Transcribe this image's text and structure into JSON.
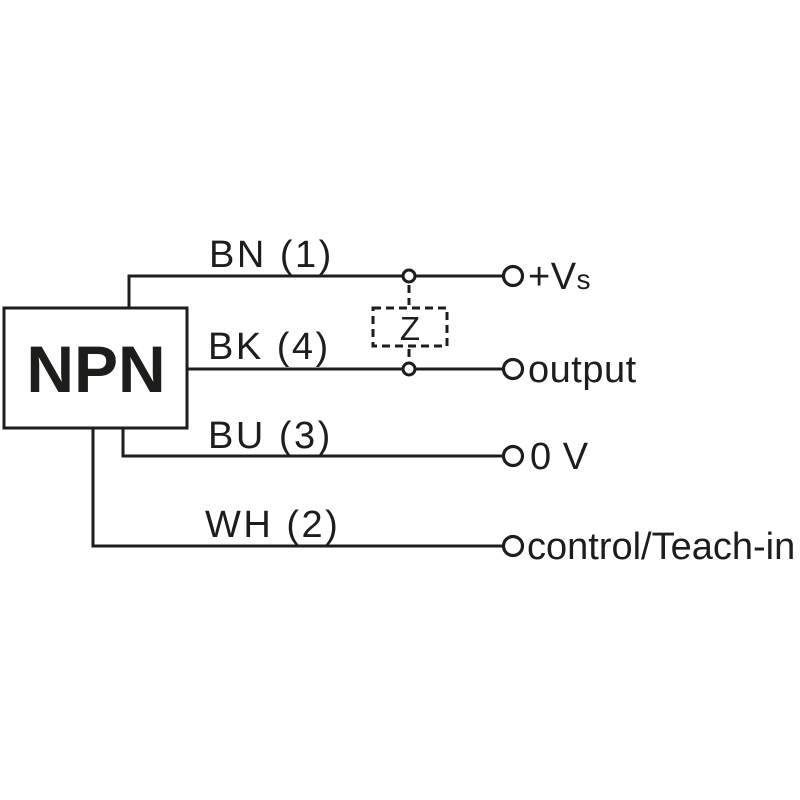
{
  "diagram": {
    "device_label": "NPN",
    "impedance_label": "Z",
    "wires": [
      {
        "label": "BN (1)",
        "terminal": "+Vs",
        "terminal_main": "+V",
        "terminal_sub": "s"
      },
      {
        "label": "BK (4)",
        "terminal": "output"
      },
      {
        "label": "BU (3)",
        "terminal": "0 V"
      },
      {
        "label": "WH (2)",
        "terminal": "control/Teach-in"
      }
    ],
    "colors": {
      "line": "#1d1d1b",
      "background": "#ffffff"
    }
  }
}
